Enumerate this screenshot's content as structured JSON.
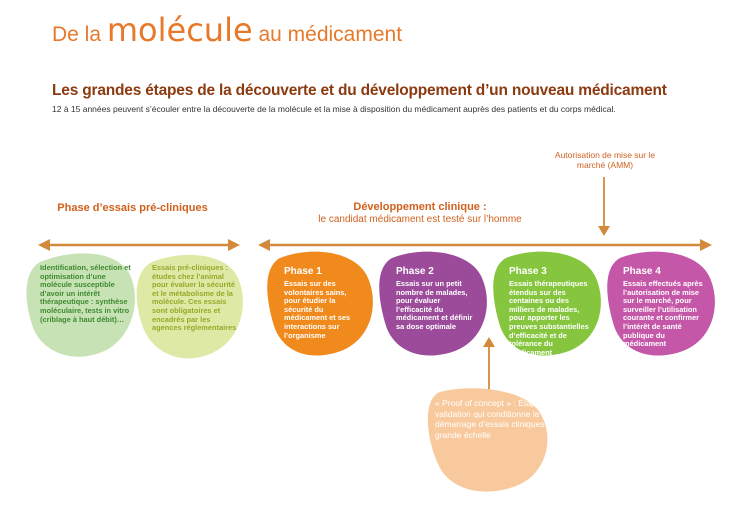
{
  "header": {
    "title_part1": "De la ",
    "title_part2": "molécule",
    "title_part3": " au médicament",
    "subtitle": "Les grandes étapes de la découverte et du développement d’un nouveau médicament",
    "intro": "12 à 15 années peuvent s’écouler entre la découverte de la molécule et la mise à disposition du médicament auprès des patients et du corps médical."
  },
  "diagram": {
    "preclinical_heading": "Phase d’essais pré-cliniques",
    "clinical_heading": "Développement clinique :",
    "clinical_subheading": "le candidat médicament est testé sur l’homme",
    "amm_note": "Autorisation de mise sur le marché (AMM)",
    "poc_note": "« Proof of concept » : Étape de validation qui conditionne le démarrage d’essais cliniques à grande échelle",
    "preclinical": [
      {
        "text": "Identification, sélection et optimisation d’une molécule susceptible d’avoir un intérêt thérapeutique : synthèse moléculaire, tests in vitro (criblage à haut débit)…",
        "color": "#c7e3b6",
        "text_color": "#3e8a2f"
      },
      {
        "text": "Essais pré-cliniques : études chez l’animal pour évaluer la sécurité et le métabolisme de la molécule. Ces essais sont obligatoires et encadrés par les agences réglementaires",
        "color": "#dfe9a6",
        "text_color": "#98a828"
      }
    ],
    "phases": [
      {
        "title": "Phase 1",
        "text": "Essais sur des volontaires sains, pour étudier la sécurité du médicament et ses interactions sur l’organisme",
        "color": "#f08a1c"
      },
      {
        "title": "Phase 2",
        "text": "Essais sur un petit nombre de malades, pour évaluer l’efficacité du médicament et définir sa dose optimale",
        "color": "#9b4b9a"
      },
      {
        "title": "Phase 3",
        "text": "Essais thérapeutiques étendus sur des centaines ou des milliers de malades, pour apporter les preuves substantielles d’efficacité et de tolérance du médicament",
        "color": "#86c53e"
      },
      {
        "title": "Phase 4",
        "text": "Essais effectués après l’autorisation de mise sur le marché, pour surveiller l’utilisation courante et confirmer l’intérêt de santé publique du médicament",
        "color": "#c557a8"
      }
    ],
    "colors": {
      "arrow": "#d48a3c",
      "orange_text": "#d0611e",
      "poc_blob": "#f8c99c"
    }
  }
}
